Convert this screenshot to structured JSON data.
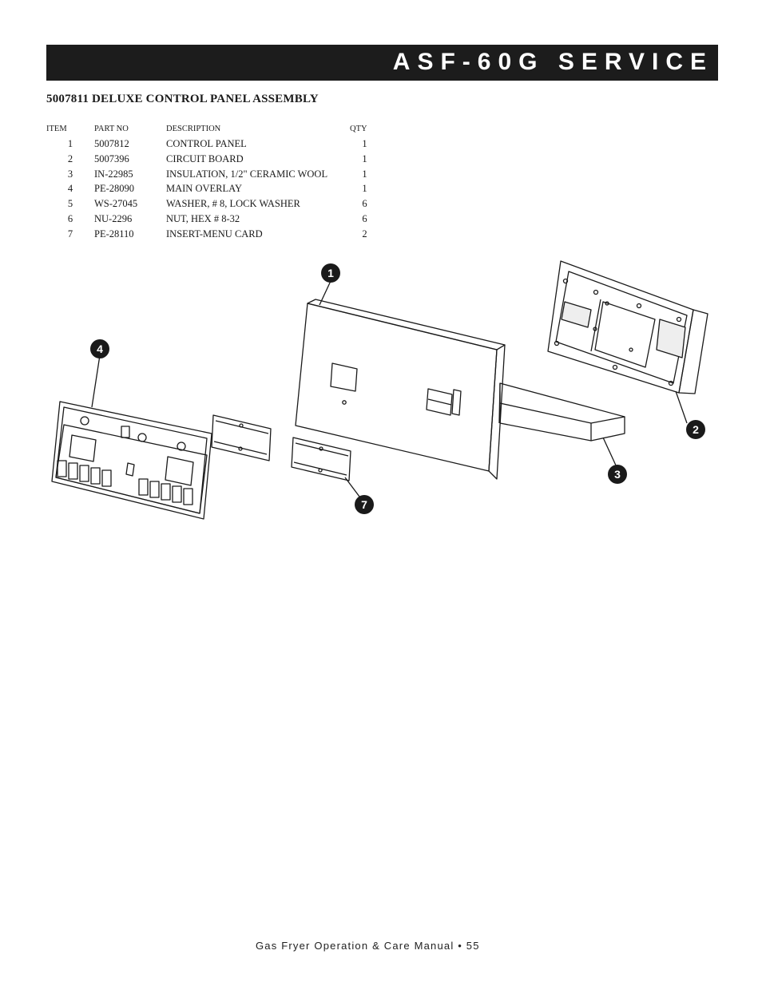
{
  "header": {
    "title": "ASF-60G SERVICE"
  },
  "section": {
    "title": "5007811  DELUXE CONTROL PANEL ASSEMBLY"
  },
  "parts_table": {
    "columns": [
      "ITEM",
      "PART NO",
      "DESCRIPTION",
      "QTY"
    ],
    "rows": [
      {
        "item": "1",
        "part_no": "5007812",
        "description": "CONTROL PANEL",
        "qty": "1"
      },
      {
        "item": "2",
        "part_no": "5007396",
        "description": "CIRCUIT BOARD",
        "qty": "1"
      },
      {
        "item": "3",
        "part_no": "IN-22985",
        "description": "INSULATION, 1/2\" CERAMIC WOOL",
        "qty": "1"
      },
      {
        "item": "4",
        "part_no": "PE-28090",
        "description": "MAIN OVERLAY",
        "qty": "1"
      },
      {
        "item": "5",
        "part_no": "WS-27045",
        "description": "WASHER, # 8, LOCK WASHER",
        "qty": "6"
      },
      {
        "item": "6",
        "part_no": "NU-2296",
        "description": "NUT, HEX # 8-32",
        "qty": "6"
      },
      {
        "item": "7",
        "part_no": "PE-28110",
        "description": "INSERT-MENU CARD",
        "qty": "2"
      }
    ]
  },
  "diagram": {
    "callouts": [
      "1",
      "2",
      "3",
      "4",
      "7"
    ]
  },
  "footer": {
    "text": "Gas Fryer Operation & Care Manual • 55"
  }
}
